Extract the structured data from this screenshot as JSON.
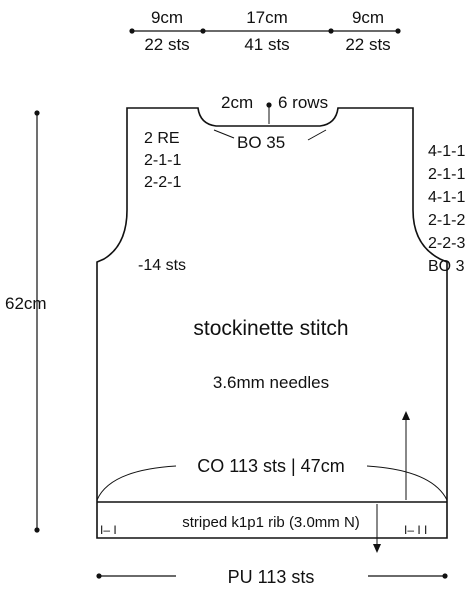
{
  "top_measurements": [
    {
      "cm": "9cm",
      "sts": "22 sts"
    },
    {
      "cm": "17cm",
      "sts": "41 sts"
    },
    {
      "cm": "9cm",
      "sts": "22 sts"
    }
  ],
  "neck": {
    "depth": "2cm",
    "rows": "6 rows",
    "bind_off": "BO 35",
    "shaping": [
      "2 RE",
      "2-1-1",
      "2-2-1"
    ]
  },
  "left_armhole": {
    "decrease": "-14 sts"
  },
  "right_armhole": {
    "shaping": [
      "4-1-1",
      "2-1-1",
      "4-1-1",
      "2-1-2",
      "2-2-3",
      "BO 3"
    ]
  },
  "height": "62cm",
  "body": {
    "stitch": "stockinette stitch",
    "needles": "3.6mm needles",
    "cast_on": "CO 113 sts | 47cm"
  },
  "rib": {
    "label": "striped k1p1 rib (3.0mm N)",
    "left_marker": "I– I",
    "right_marker": "I– I I"
  },
  "pick_up": "PU 113 sts",
  "colors": {
    "line": "#111111",
    "background": "#ffffff"
  }
}
